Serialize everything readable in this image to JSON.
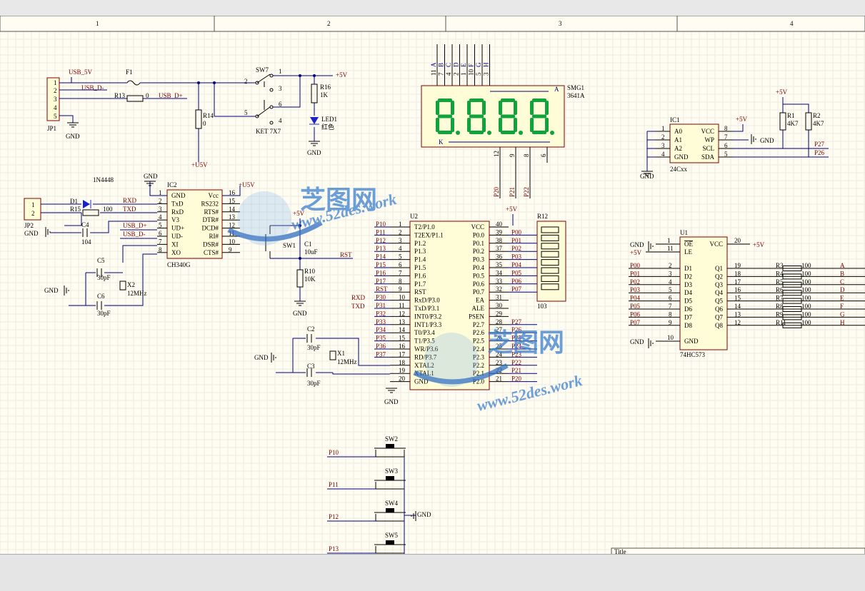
{
  "zones": [
    "1",
    "2",
    "3",
    "4"
  ],
  "title_block": {
    "label": "Title"
  },
  "power": {
    "p5v": "+5V",
    "u5v": "+U5V",
    "usb5v": "USB_5V",
    "gnd": "GND"
  },
  "jp1": {
    "ref": "JP1",
    "pins": [
      "1",
      "2",
      "3",
      "4",
      "5"
    ]
  },
  "jp2": {
    "ref": "JP2",
    "pins": [
      "1",
      "2"
    ]
  },
  "f1": {
    "ref": "F1"
  },
  "r13": {
    "ref": "R13",
    "value": "0"
  },
  "r14": {
    "ref": "R14",
    "value": "0"
  },
  "r15": {
    "ref": "R15",
    "value": "100"
  },
  "d1": {
    "ref": "D1",
    "value": "1N4448"
  },
  "c4": {
    "ref": "C4",
    "value": "104"
  },
  "c5": {
    "ref": "C5",
    "value": "30pF"
  },
  "c6": {
    "ref": "C6",
    "value": "30pF"
  },
  "x2": {
    "ref": "X2",
    "value": "12MHz"
  },
  "nets": {
    "usb_dm": "USB_D-",
    "usb_dp": "USB_D+",
    "rxd": "RXD",
    "txd": "TXD",
    "rst": "RST"
  },
  "sw7": {
    "ref": "SW7",
    "value": "KET 7X7",
    "pins": [
      "1",
      "2",
      "3",
      "4",
      "5",
      "6"
    ]
  },
  "r16": {
    "ref": "R16",
    "value": "1K"
  },
  "led1": {
    "ref": "LED1",
    "value": "红色"
  },
  "ic2": {
    "ref": "IC2",
    "value": "CH340G",
    "left": [
      [
        "1",
        "GND"
      ],
      [
        "2",
        "TxD"
      ],
      [
        "3",
        "RxD"
      ],
      [
        "4",
        "V3"
      ],
      [
        "5",
        "UD+"
      ],
      [
        "6",
        "UD-"
      ],
      [
        "7",
        "XI"
      ],
      [
        "8",
        "XO"
      ]
    ],
    "right": [
      [
        "16",
        "Vcc"
      ],
      [
        "15",
        "RS232"
      ],
      [
        "14",
        "RTS#"
      ],
      [
        "13",
        "DTR#"
      ],
      [
        "12",
        "DCD#"
      ],
      [
        "11",
        "RI#"
      ],
      [
        "10",
        "DSR#"
      ],
      [
        "9",
        "CTS#"
      ]
    ]
  },
  "sw1": {
    "ref": "SW1"
  },
  "c1": {
    "ref": "C1",
    "value": "10uF"
  },
  "r10": {
    "ref": "R10",
    "value": "10K"
  },
  "c2": {
    "ref": "C2",
    "value": "30pF"
  },
  "c3": {
    "ref": "C3",
    "value": "30pF"
  },
  "x1": {
    "ref": "X1",
    "value": "12MHz"
  },
  "u2": {
    "ref": "U2",
    "left": [
      [
        "1",
        "T2/P1.0",
        "P10"
      ],
      [
        "2",
        "T2EX/P1.1",
        "P11"
      ],
      [
        "3",
        "P1.2",
        "P12"
      ],
      [
        "4",
        "P1.3",
        "P13"
      ],
      [
        "5",
        "P1.4",
        "P14"
      ],
      [
        "6",
        "P1.5",
        "P15"
      ],
      [
        "7",
        "P1.6",
        "P16"
      ],
      [
        "8",
        "P1.7",
        "P17"
      ],
      [
        "9",
        "RST",
        "RST"
      ],
      [
        "10",
        "RxD/P3.0",
        "P30"
      ],
      [
        "11",
        "TxD/P3.1",
        "P31"
      ],
      [
        "12",
        "INT0/P3.2",
        "P32"
      ],
      [
        "13",
        "INT1/P3.3",
        "P33"
      ],
      [
        "14",
        "T0/P3.4",
        "P34"
      ],
      [
        "15",
        "T1/P3.5",
        "P35"
      ],
      [
        "16",
        "WR/P3.6",
        "P36"
      ],
      [
        "17",
        "RD/P3.7",
        "P37"
      ],
      [
        "18",
        "XTAL2",
        ""
      ],
      [
        "19",
        "XTAL1",
        ""
      ],
      [
        "20",
        "GND",
        ""
      ]
    ],
    "right": [
      [
        "40",
        "VCC",
        ""
      ],
      [
        "39",
        "P0.0",
        "P00"
      ],
      [
        "38",
        "P0.1",
        "P01"
      ],
      [
        "37",
        "P0.2",
        "P02"
      ],
      [
        "36",
        "P0.3",
        "P03"
      ],
      [
        "35",
        "P0.4",
        "P04"
      ],
      [
        "34",
        "P0.5",
        "P05"
      ],
      [
        "33",
        "P0.6",
        "P06"
      ],
      [
        "32",
        "P0.7",
        "P07"
      ],
      [
        "31",
        "EA",
        ""
      ],
      [
        "30",
        "ALE",
        ""
      ],
      [
        "29",
        "PSEN",
        ""
      ],
      [
        "28",
        "P2.7",
        "P27"
      ],
      [
        "27",
        "P2.6",
        "P26"
      ],
      [
        "26",
        "P2.5",
        "P25"
      ],
      [
        "25",
        "P2.4",
        "P24"
      ],
      [
        "24",
        "P2.3",
        "P23"
      ],
      [
        "23",
        "P2.2",
        "P22"
      ],
      [
        "22",
        "P2.1",
        "P21"
      ],
      [
        "21",
        "P2.0",
        "P20"
      ]
    ]
  },
  "r12": {
    "ref": "R12",
    "value": "103"
  },
  "smg1": {
    "ref": "SMG1",
    "value": "3641A",
    "top_pins": [
      "11",
      "7",
      "4",
      "2",
      "1",
      "10",
      "5",
      "3"
    ],
    "top_nets": [
      "A",
      "B",
      "C",
      "D",
      "E",
      "F",
      "G",
      "H"
    ],
    "seg_labels": [
      "A",
      "B",
      "C",
      "D",
      "E",
      "F",
      "G",
      "H"
    ],
    "anode_label": "A",
    "cathode_label": "K",
    "display": "8.8.8.8.",
    "bottom_pins": [
      "12",
      "9",
      "8",
      "6"
    ],
    "bottom_nets": [
      "P20",
      "P21",
      "P22"
    ]
  },
  "ic1": {
    "ref": "IC1",
    "value": "24Cxx",
    "left": [
      [
        "1",
        "A0"
      ],
      [
        "2",
        "A1"
      ],
      [
        "3",
        "A2"
      ],
      [
        "4",
        "GND"
      ]
    ],
    "right": [
      [
        "8",
        "VCC"
      ],
      [
        "7",
        "WP"
      ],
      [
        "6",
        "SCL"
      ],
      [
        "5",
        "SDA"
      ]
    ]
  },
  "r1": {
    "ref": "R1",
    "value": "4K7"
  },
  "r2": {
    "ref": "R2",
    "value": "4K7"
  },
  "i2c_nets": [
    "P27",
    "P26"
  ],
  "u1": {
    "ref": "U1",
    "value": "74HC573",
    "oe": [
      "1",
      "OE"
    ],
    "le": [
      "11",
      "LE"
    ],
    "vcc": [
      "20",
      "VCC"
    ],
    "gnd": [
      "10",
      "GND"
    ],
    "d": [
      [
        "2",
        "D1",
        "P00"
      ],
      [
        "3",
        "D2",
        "P01"
      ],
      [
        "4",
        "D3",
        "P02"
      ],
      [
        "5",
        "D4",
        "P03"
      ],
      [
        "6",
        "D5",
        "P04"
      ],
      [
        "7",
        "D6",
        "P05"
      ],
      [
        "8",
        "D7",
        "P06"
      ],
      [
        "9",
        "D8",
        "P07"
      ]
    ],
    "q": [
      [
        "19",
        "Q1",
        "R3",
        "A"
      ],
      [
        "18",
        "Q2",
        "R4",
        "B"
      ],
      [
        "17",
        "Q3",
        "R5",
        "C"
      ],
      [
        "16",
        "Q4",
        "R6",
        "D"
      ],
      [
        "15",
        "Q5",
        "R7",
        "E"
      ],
      [
        "14",
        "Q6",
        "R8",
        "F"
      ],
      [
        "13",
        "Q7",
        "R9",
        "G"
      ],
      [
        "12",
        "Q8",
        "R11",
        "H"
      ]
    ],
    "rvalue": "100"
  },
  "buttons": [
    {
      "ref": "SW2",
      "net": "P10"
    },
    {
      "ref": "SW3",
      "net": "P11"
    },
    {
      "ref": "SW4",
      "net": "P12"
    },
    {
      "ref": "SW5",
      "net": "P13"
    }
  ],
  "watermark": {
    "cn": "芝图网",
    "url": "www.52des.work"
  },
  "colors": {
    "sheet": "#fffdf2",
    "wire": "#000080",
    "body": "#fffcd8",
    "outline": "#800000",
    "net": "#800000",
    "segment_on": "#0fa33c",
    "display_bg": "#ffffd0",
    "watermark": "#3b7fd0"
  }
}
